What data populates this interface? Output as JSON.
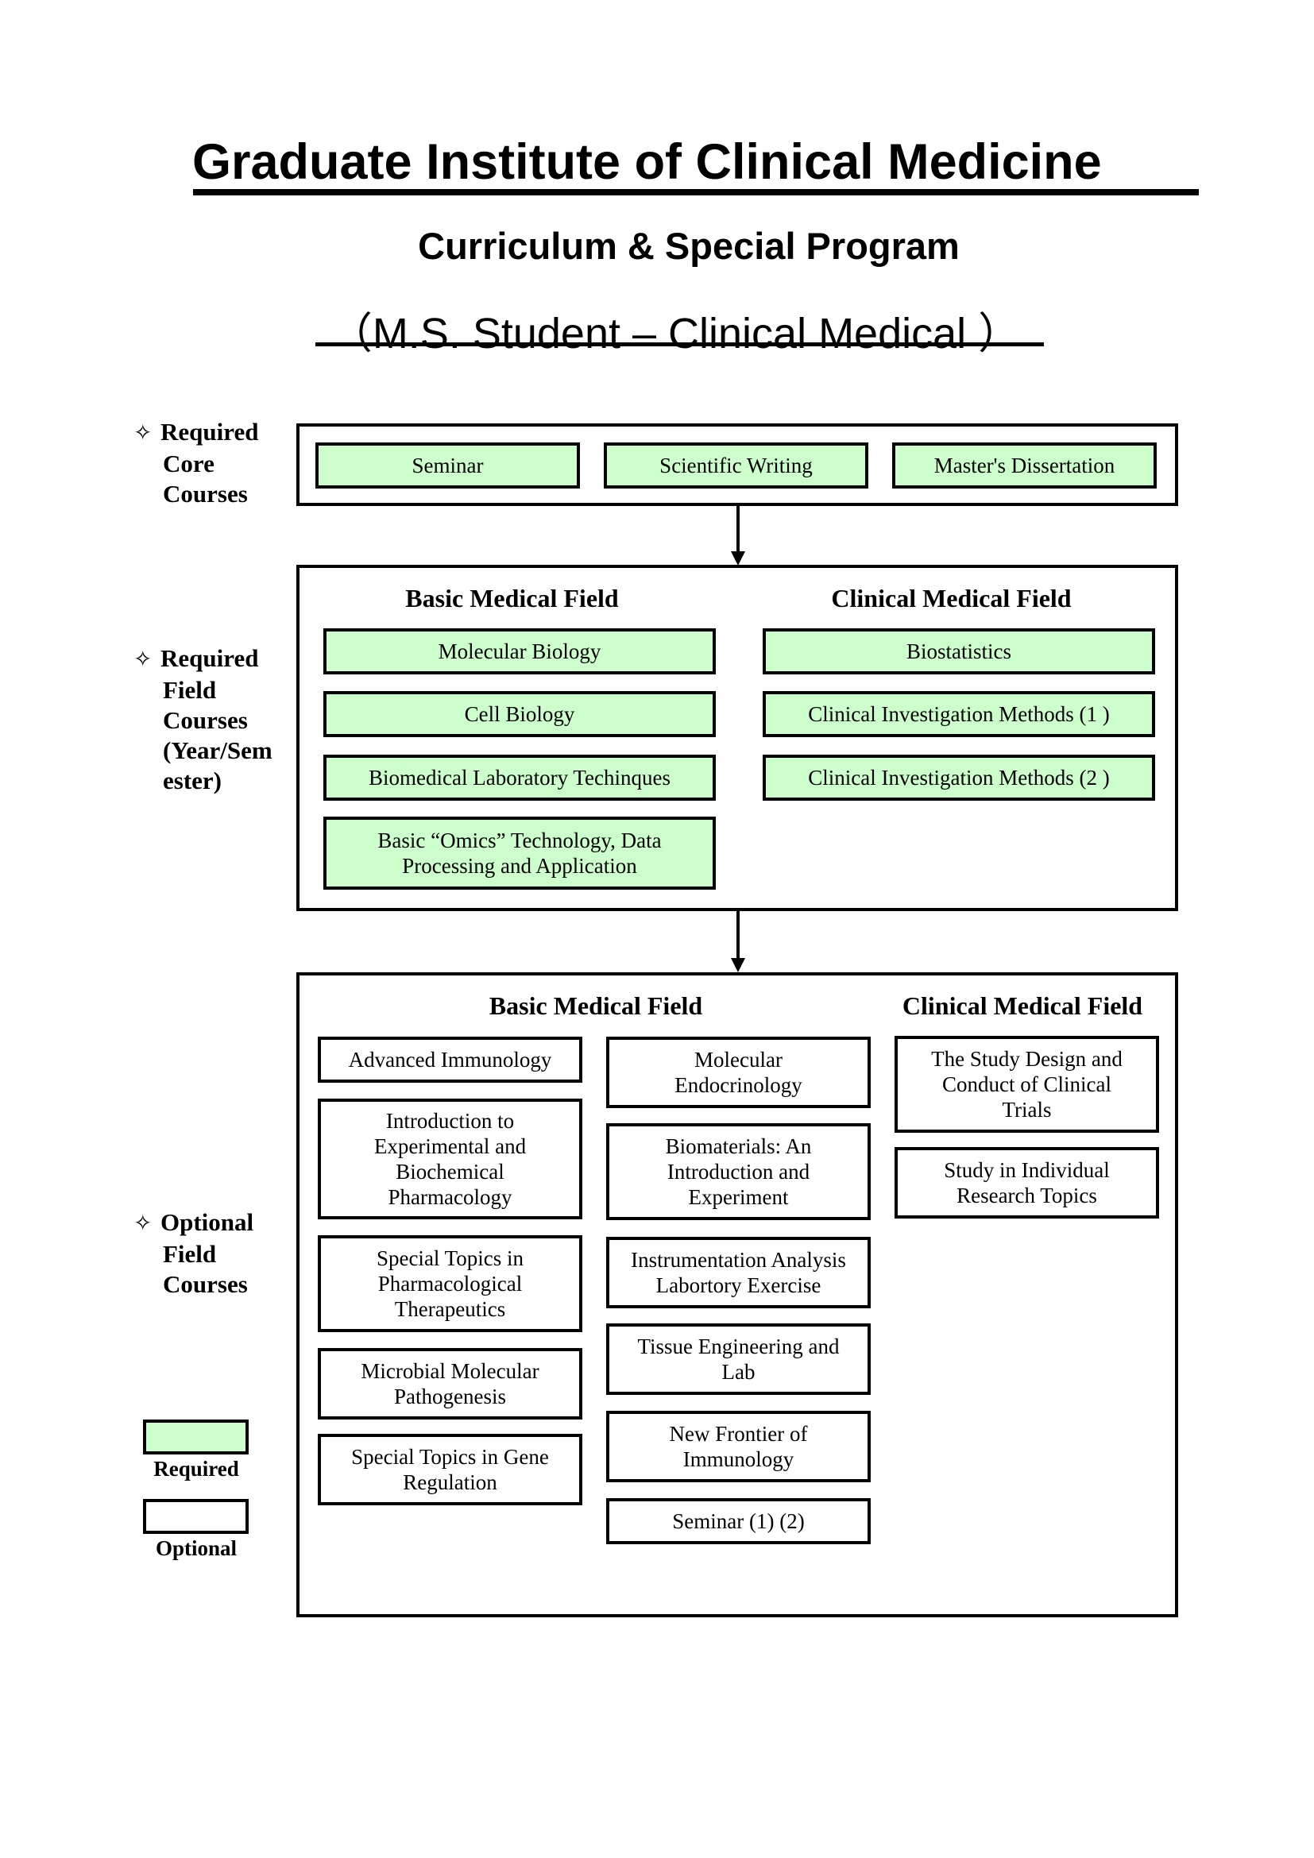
{
  "header": {
    "title": "Graduate Institute of Clinical Medicine",
    "subtitle": "Curriculum & Special Program",
    "program": "（M.S. Student – Clinical Medical  ）"
  },
  "colors": {
    "required_fill": "#ccffcc",
    "optional_fill": "#ffffff",
    "border": "#000000"
  },
  "sections": {
    "core": {
      "marker_icon": "four-point-star-icon",
      "label_lines": [
        "Required",
        "Core",
        "Courses"
      ],
      "courses": [
        "Seminar",
        "Scientific Writing",
        "Master's Dissertation"
      ]
    },
    "required_field": {
      "marker_icon": "four-point-star-icon",
      "label_lines": [
        "Required",
        "Field",
        "Courses",
        "(Year/Sem",
        "ester)"
      ],
      "basic": {
        "heading": "Basic Medical Field",
        "courses": [
          "Molecular Biology",
          "Cell Biology",
          "Biomedical Laboratory Techinques",
          "Basic “Omics” Technology, Data Processing and Application"
        ]
      },
      "clinical": {
        "heading": "Clinical Medical Field",
        "courses": [
          "Biostatistics",
          "Clinical Investigation Methods (1 )",
          "Clinical Investigation Methods (2 )"
        ]
      }
    },
    "optional_field": {
      "marker_icon": "four-point-star-icon",
      "label_lines": [
        "Optional",
        "Field",
        "Courses"
      ],
      "basic": {
        "heading": "Basic Medical Field",
        "column1": [
          "Advanced Immunology",
          "Introduction to Experimental and Biochemical Pharmacology",
          "Special Topics in Pharmacological Therapeutics",
          "Microbial Molecular Pathogenesis",
          "Special Topics in Gene Regulation"
        ],
        "column2": [
          "Molecular Endocrinology",
          "Biomaterials: An Introduction and Experiment",
          "Instrumentation Analysis Labortory Exercise",
          "Tissue Engineering and Lab",
          "New Frontier of Immunology",
          "Seminar (1) (2)"
        ]
      },
      "clinical": {
        "heading": "Clinical Medical Field",
        "courses": [
          "The Study Design and Conduct of Clinical Trials",
          "Study in Individual Research Topics"
        ]
      }
    }
  },
  "legend": {
    "required": "Required",
    "optional": "Optional"
  }
}
